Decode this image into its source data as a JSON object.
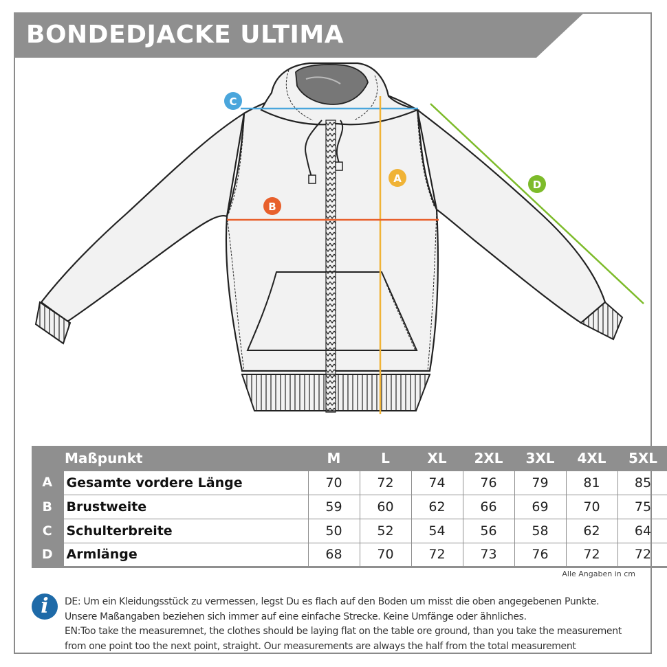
{
  "title": "BONDEDJACKE ULTIMA",
  "colors": {
    "header_gray": "#8f8f8f",
    "measure_a": "#f0b336",
    "measure_b": "#e8602c",
    "measure_c": "#4aa6dc",
    "measure_d": "#7dbb2a",
    "info_blue": "#1e6aa8"
  },
  "measure_markers": [
    "A",
    "B",
    "C",
    "D"
  ],
  "table": {
    "header_label": "Maßpunkt",
    "sizes": [
      "M",
      "L",
      "XL",
      "2XL",
      "3XL",
      "4XL",
      "5XL"
    ],
    "rows": [
      {
        "letter": "A",
        "name": "Gesamte vordere Länge",
        "values": [
          "70",
          "72",
          "74",
          "76",
          "79",
          "81",
          "85"
        ]
      },
      {
        "letter": "B",
        "name": "Brustweite",
        "values": [
          "59",
          "60",
          "62",
          "66",
          "69",
          "70",
          "75"
        ]
      },
      {
        "letter": "C",
        "name": "Schulterbreite",
        "values": [
          "50",
          "52",
          "54",
          "56",
          "58",
          "62",
          "64"
        ]
      },
      {
        "letter": "D",
        "name": "Armlänge",
        "values": [
          "68",
          "70",
          "72",
          "73",
          "76",
          "72",
          "72"
        ]
      }
    ]
  },
  "unit_note": "Alle Angaben in cm",
  "info_icon": "info-icon",
  "notes": [
    "DE: Um ein Kleidungsstück zu vermessen, legst Du es flach auf den Boden um misst die oben angegebenen Punkte.",
    "Unsere Maßangaben beziehen sich immer auf eine einfache Strecke. Keine Umfänge oder ähnliches.",
    "EN:Too take the measuremnet, the clothes should be laying flat on the table ore ground, than you take the measurement",
    "from one point too the next point, straight. Our measurements are always the half from the total measurement"
  ]
}
